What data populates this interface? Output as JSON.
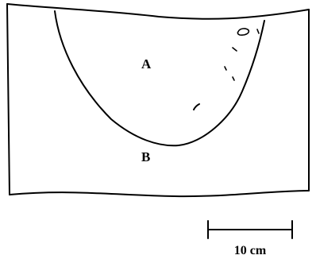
{
  "labels": {
    "a": "A",
    "b": "B"
  },
  "scale_bar": {
    "text": "10 cm"
  },
  "colors": {
    "line": "#000000",
    "background": "#ffffff"
  }
}
